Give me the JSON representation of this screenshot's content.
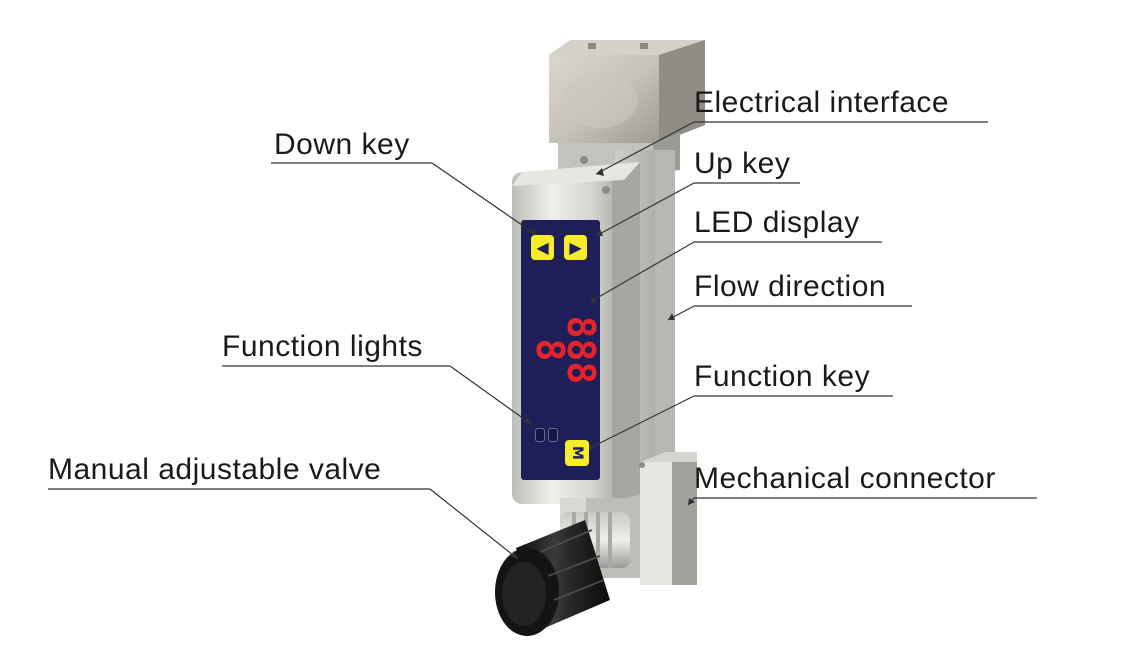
{
  "labels": {
    "electrical_interface": "Electrical interface",
    "down_key": "Down key",
    "up_key": "Up key",
    "led_display": "LED display",
    "flow_direction": "Flow direction",
    "function_lights": "Function lights",
    "function_key": "Function key",
    "manual_valve": "Manual adjustable valve",
    "mechanical_connector": "Mechanical connector"
  },
  "display": {
    "digits": "8888",
    "down_key_glyph": "◀",
    "up_key_glyph": "▶",
    "function_key_glyph": "M"
  },
  "colors": {
    "panel": "#1e1f58",
    "led_red": "#e5232b",
    "key_yellow": "#f7ec2a",
    "metal_light": "#e4e4e0",
    "metal_dark": "#a8a8a2",
    "knob": "#1c1c1c"
  }
}
